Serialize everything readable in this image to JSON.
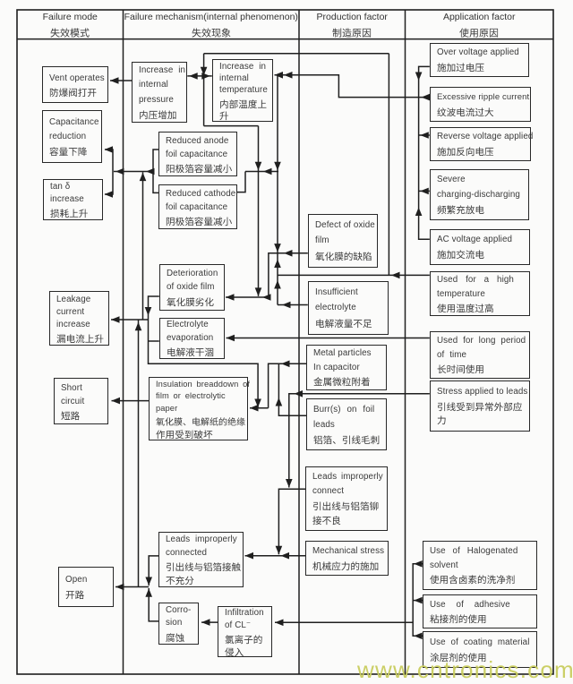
{
  "columns": [
    {
      "id": "failure-mode",
      "title_en": "Failure mode",
      "title_zh": "失效模式"
    },
    {
      "id": "failure-mechanism",
      "title_en": "Failure mechanism(internal phenomenon)",
      "title_zh": "失效现象"
    },
    {
      "id": "production-factor",
      "title_en": "Production factor",
      "title_zh": "制造原因"
    },
    {
      "id": "application-factor",
      "title_en": "Application factor",
      "title_zh": "使用原因"
    }
  ],
  "boxes": [
    {
      "id": "vent-operates",
      "column": "failure-mode",
      "lines": [
        "Vent operates",
        "防爆阀打开"
      ]
    },
    {
      "id": "capacitance-reduction",
      "column": "failure-mode",
      "lines": [
        "Capacitance",
        "reduction",
        "容量下降"
      ]
    },
    {
      "id": "tan-delta-increase",
      "column": "failure-mode",
      "lines": [
        "tan δ",
        "increase",
        "损耗上升"
      ]
    },
    {
      "id": "leakage-current-increase",
      "column": "failure-mode",
      "lines": [
        "Leakage",
        "current",
        "increase",
        "漏电流上升"
      ]
    },
    {
      "id": "short-circuit",
      "column": "failure-mode",
      "lines": [
        "Short",
        "circuit",
        "短路"
      ]
    },
    {
      "id": "open",
      "column": "failure-mode",
      "lines": [
        "Open",
        "开路"
      ]
    },
    {
      "id": "internal-pressure",
      "column": "failure-mechanism",
      "lines": [
        "Increase in",
        "internal",
        "pressure",
        "内压增加"
      ]
    },
    {
      "id": "internal-temperature",
      "column": "failure-mechanism",
      "lines": [
        "Increase in",
        "internal",
        "temperature",
        "内部温度上",
        "升"
      ]
    },
    {
      "id": "reduced-anode",
      "column": "failure-mechanism",
      "lines": [
        "Reduced anode",
        "foil capacitance",
        "阳极箔容量减小"
      ]
    },
    {
      "id": "reduced-cathode",
      "column": "failure-mechanism",
      "lines": [
        "Reduced cathode",
        "foil capacitance",
        "阴极箔容量减小"
      ]
    },
    {
      "id": "deterioration-oxide",
      "column": "failure-mechanism",
      "lines": [
        "Deterioration",
        "of oxide film",
        "氧化膜劣化"
      ]
    },
    {
      "id": "electrolyte-evaporation",
      "column": "failure-mechanism",
      "lines": [
        "Electrolyte",
        "evaporation",
        "电解液干涸"
      ]
    },
    {
      "id": "insulation-breakdown",
      "column": "failure-mechanism",
      "lines": [
        "Insulation breaddown of",
        "film or electrolytic",
        "paper",
        "氧化膜、电解纸的绝缘",
        "作用受到破坏"
      ]
    },
    {
      "id": "leads-improperly-connected",
      "column": "failure-mechanism",
      "lines": [
        "Leads improperly",
        "connected",
        "引出线与铝箔接触",
        "不充分"
      ]
    },
    {
      "id": "corrosion",
      "column": "failure-mechanism",
      "lines": [
        "Corro-",
        "sion",
        "腐蚀"
      ]
    },
    {
      "id": "infiltration-cl",
      "column": "failure-mechanism",
      "lines": [
        "Infiltration",
        "of CL⁻",
        "氯离子的",
        "侵入"
      ]
    },
    {
      "id": "defect-oxide-film",
      "column": "production-factor",
      "lines": [
        "Defect of oxide",
        "film",
        "氧化膜的缺陷"
      ]
    },
    {
      "id": "insufficient-electrolyte",
      "column": "production-factor",
      "lines": [
        "Insufficient",
        "electrolyte",
        "电解液量不足"
      ]
    },
    {
      "id": "metal-particles",
      "column": "production-factor",
      "lines": [
        "Metal particles",
        "In capacitor",
        "金属微粒附着"
      ]
    },
    {
      "id": "burrs-on-foil",
      "column": "production-factor",
      "lines": [
        "Burr(s) on foil",
        "leads",
        "铝箔、引线毛刺"
      ]
    },
    {
      "id": "leads-improperly-connect",
      "column": "production-factor",
      "lines": [
        "Leads improperly",
        "connect",
        "引出线与铝箔铆",
        "接不良"
      ]
    },
    {
      "id": "mechanical-stress",
      "column": "production-factor",
      "lines": [
        "Mechanical stress",
        "机械应力的施加"
      ]
    },
    {
      "id": "over-voltage",
      "column": "application-factor",
      "lines": [
        "Over voltage applied",
        "施加过电压"
      ]
    },
    {
      "id": "excessive-ripple",
      "column": "application-factor",
      "lines": [
        "Excessive ripple current",
        "纹波电流过大"
      ]
    },
    {
      "id": "reverse-voltage",
      "column": "application-factor",
      "lines": [
        "Reverse voltage applied",
        "施加反向电压"
      ]
    },
    {
      "id": "severe-charging",
      "column": "application-factor",
      "lines": [
        "Severe",
        "charging-discharging",
        "频繁充放电"
      ]
    },
    {
      "id": "ac-voltage",
      "column": "application-factor",
      "lines": [
        "AC voltage applied",
        "施加交流电"
      ]
    },
    {
      "id": "high-temperature",
      "column": "application-factor",
      "lines": [
        "Used for a high",
        "temperature",
        "使用温度过高"
      ]
    },
    {
      "id": "long-period",
      "column": "application-factor",
      "lines": [
        "Used for long period",
        "of time",
        "长时间使用"
      ]
    },
    {
      "id": "stress-applied-leads",
      "column": "application-factor",
      "lines": [
        "Stress applied to leads",
        "引线受到异常外部应",
        "力"
      ]
    },
    {
      "id": "halogenated-solvent",
      "column": "application-factor",
      "lines": [
        "Use of Halogenated",
        "solvent",
        "使用含卤素的洗净剂"
      ]
    },
    {
      "id": "use-adhesive",
      "column": "application-factor",
      "lines": [
        "Use of adhesive",
        "粘接剂的使用"
      ]
    },
    {
      "id": "coating-material",
      "column": "application-factor",
      "lines": [
        "Use of coating material",
        "涂层剂的使用"
      ]
    }
  ],
  "edges": [
    {
      "from": "internal-pressure",
      "to": "vent-operates"
    },
    {
      "from": "reduced-anode",
      "to": "capacitance-reduction"
    },
    {
      "from": "reduced-anode",
      "to": "tan-delta-increase"
    },
    {
      "from": "reduced-cathode",
      "to": "capacitance-reduction"
    },
    {
      "from": "reduced-cathode",
      "to": "tan-delta-increase"
    },
    {
      "from": "internal-pressure",
      "to": "internal-temperature"
    },
    {
      "from": "internal-temperature",
      "to": "internal-pressure"
    },
    {
      "from": "deterioration-oxide",
      "to": "leakage-current-increase"
    },
    {
      "from": "electrolyte-evaporation",
      "to": "leakage-current-increase"
    },
    {
      "from": "electrolyte-evaporation",
      "to": "tan-delta-increase"
    },
    {
      "from": "deterioration-oxide",
      "to": "insulation-breakdown"
    },
    {
      "from": "insulation-breakdown",
      "to": "short-circuit"
    },
    {
      "from": "leads-improperly-connected",
      "to": "open"
    },
    {
      "from": "corrosion",
      "to": "open"
    },
    {
      "from": "infiltration-cl",
      "to": "corrosion"
    },
    {
      "from": "defect-oxide-film",
      "to": "deterioration-oxide"
    },
    {
      "from": "insufficient-electrolyte",
      "to": "deterioration-oxide"
    },
    {
      "from": "metal-particles",
      "to": "insulation-breakdown"
    },
    {
      "from": "burrs-on-foil",
      "to": "insulation-breakdown"
    },
    {
      "from": "leads-improperly-connect",
      "to": "leads-improperly-connected"
    },
    {
      "from": "mechanical-stress",
      "to": "leads-improperly-connected"
    },
    {
      "from": "over-voltage",
      "to": "internal-temperature"
    },
    {
      "from": "excessive-ripple",
      "to": "internal-temperature"
    },
    {
      "from": "reverse-voltage",
      "to": "internal-temperature"
    },
    {
      "from": "severe-charging",
      "to": "internal-temperature"
    },
    {
      "from": "ac-voltage",
      "to": "internal-temperature"
    },
    {
      "from": "high-temperature",
      "to": "internal-pressure"
    },
    {
      "from": "high-temperature",
      "to": "internal-temperature"
    },
    {
      "from": "high-temperature",
      "to": "reduced-anode"
    },
    {
      "from": "high-temperature",
      "to": "deterioration-oxide"
    },
    {
      "from": "long-period",
      "to": "electrolyte-evaporation"
    },
    {
      "from": "stress-applied-leads",
      "to": "leads-improperly-connected"
    },
    {
      "from": "halogenated-solvent",
      "to": "infiltration-cl"
    },
    {
      "from": "use-adhesive",
      "to": "infiltration-cl"
    },
    {
      "from": "coating-material",
      "to": "infiltration-cl"
    }
  ],
  "watermark": {
    "text": "www.cntronics.com",
    "color": "#c9cd5e"
  },
  "colors": {
    "background": "#fbfbfa",
    "line": "#1f1f1f",
    "box_border": "#282828",
    "text": "#3a3a3a"
  }
}
